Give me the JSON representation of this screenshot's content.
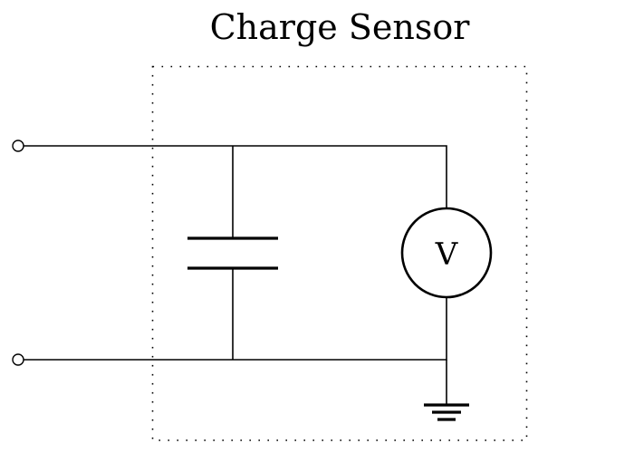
{
  "diagram": {
    "title": "Charge Sensor",
    "components": {
      "capacitor": {
        "type": "capacitor",
        "label": ""
      },
      "voltmeter": {
        "type": "voltmeter",
        "label": "V"
      },
      "ground": {
        "type": "ground",
        "label": ""
      },
      "terminals": [
        {
          "name": "top-terminal",
          "label": ""
        },
        {
          "name": "bottom-terminal",
          "label": ""
        }
      ],
      "enclosure": {
        "type": "dotted-boundary",
        "label": ""
      }
    },
    "connections": [
      "top-terminal -> capacitor top plate",
      "top-terminal -> voltmeter top",
      "bottom-terminal -> capacitor bottom plate",
      "bottom-terminal -> voltmeter bottom",
      "voltmeter bottom -> ground"
    ]
  }
}
